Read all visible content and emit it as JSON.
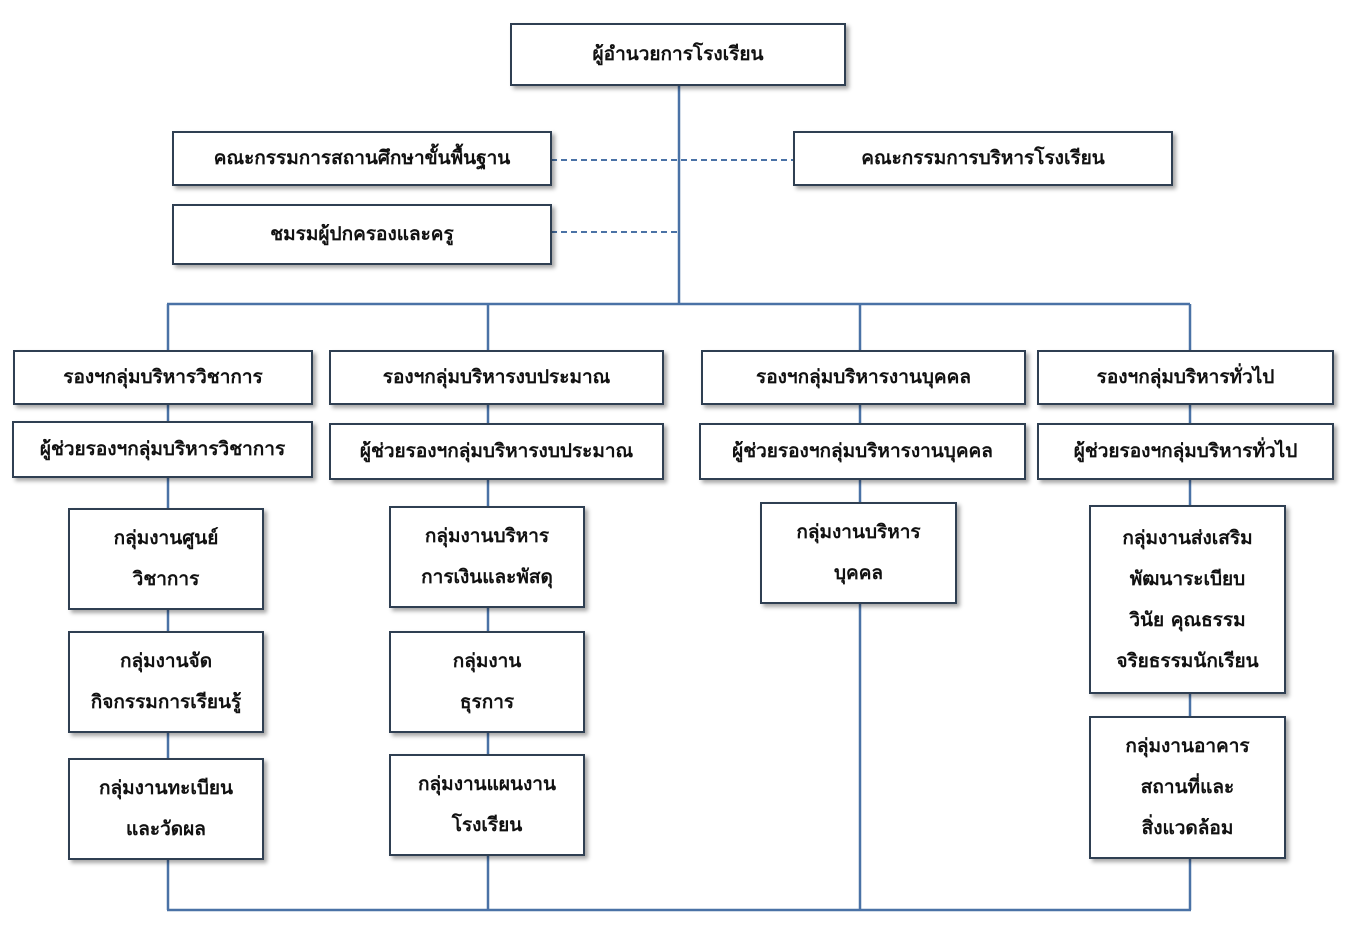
{
  "colors": {
    "connector": "#4a72a6",
    "box_border": "#2f3f52",
    "text": "#111111"
  },
  "director": "ผู้อำนวยการโรงเรียน",
  "basic_education_board": "คณะกรรมการสถานศึกษาขั้นพื้นฐาน",
  "school_admin_committee": "คณะกรรมการบริหารโรงเรียน",
  "parents_teachers_club": "ชมรมผู้ปกครองและครู",
  "divisions": [
    {
      "deputy": "รองฯกลุ่มบริหารวิชาการ",
      "assistant": "ผู้ช่วยรองฯกลุ่มบริหารวิชาการ",
      "groups": [
        "กลุ่มงานศูนย์\nวิชาการ",
        "กลุ่มงานจัด\nกิจกรรมการเรียนรู้",
        "กลุ่มงานทะเบียน\nและวัดผล"
      ]
    },
    {
      "deputy": "รองฯกลุ่มบริหารงบประมาณ",
      "assistant": "ผู้ช่วยรองฯกลุ่มบริหารงบประมาณ",
      "groups": [
        "กลุ่มงานบริหาร\nการเงินและพัสดุ",
        "กลุ่มงาน\nธุรการ",
        "กลุ่มงานแผนงาน\nโรงเรียน"
      ]
    },
    {
      "deputy": "รองฯกลุ่มบริหารงานบุคคล",
      "assistant": "ผู้ช่วยรองฯกลุ่มบริหารงานบุคคล",
      "groups": [
        "กลุ่มงานบริหาร\nบุคคล"
      ]
    },
    {
      "deputy": "รองฯกลุ่มบริหารทั่วไป",
      "assistant": "ผู้ช่วยรองฯกลุ่มบริหารทั่วไป",
      "groups": [
        "กลุ่มงานส่งเสริม\nพัฒนาระเบียบ\nวินัย คุณธรรม\nจริยธรรมนักเรียน",
        "กลุ่มงานอาคาร\nสถานที่และ\nสิ่งแวดล้อม"
      ]
    }
  ]
}
